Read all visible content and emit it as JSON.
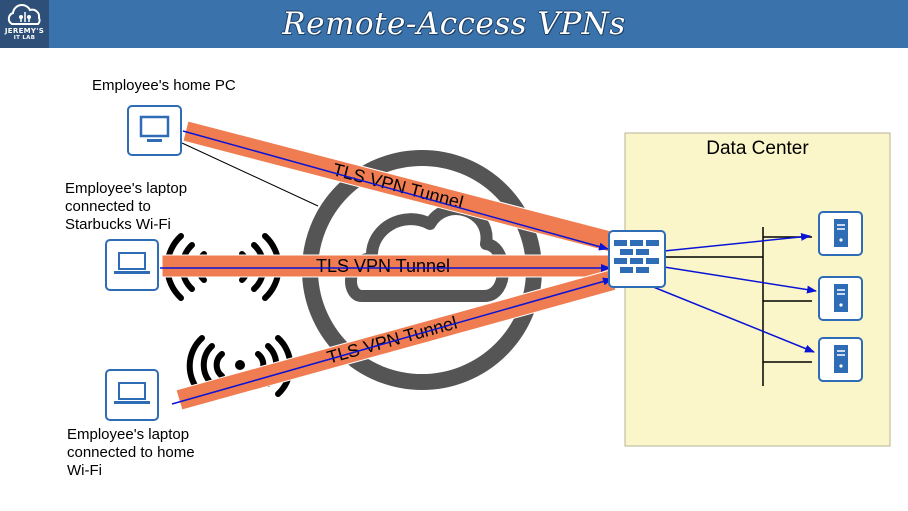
{
  "header": {
    "title": "Remote-Access VPNs",
    "logo_line1": "JEREMY'S",
    "logo_line2": "IT LAB"
  },
  "devices": {
    "home_pc": "Employee's home PC",
    "laptop_starbucks": "Employee's laptop connected to Starbucks Wi-Fi",
    "laptop_home": "Employee's laptop connected to home Wi-Fi"
  },
  "data_center": {
    "label": "Data Center"
  },
  "tunnels": [
    {
      "label": "TLS VPN Tunnel"
    },
    {
      "label": "TLS VPN Tunnel"
    },
    {
      "label": "TLS VPN Tunnel"
    }
  ],
  "colors": {
    "header": "#3a72ab",
    "tunnel": "#f07d52",
    "arrow": "#0a14d6",
    "device": "#2e6cb5",
    "data_center_bg": "#fbf6c9",
    "cloud": "#555555"
  },
  "icons": [
    "monitor-icon",
    "laptop-icon",
    "wifi-signal-icon",
    "cloud-icon",
    "firewall-icon",
    "server-icon"
  ]
}
